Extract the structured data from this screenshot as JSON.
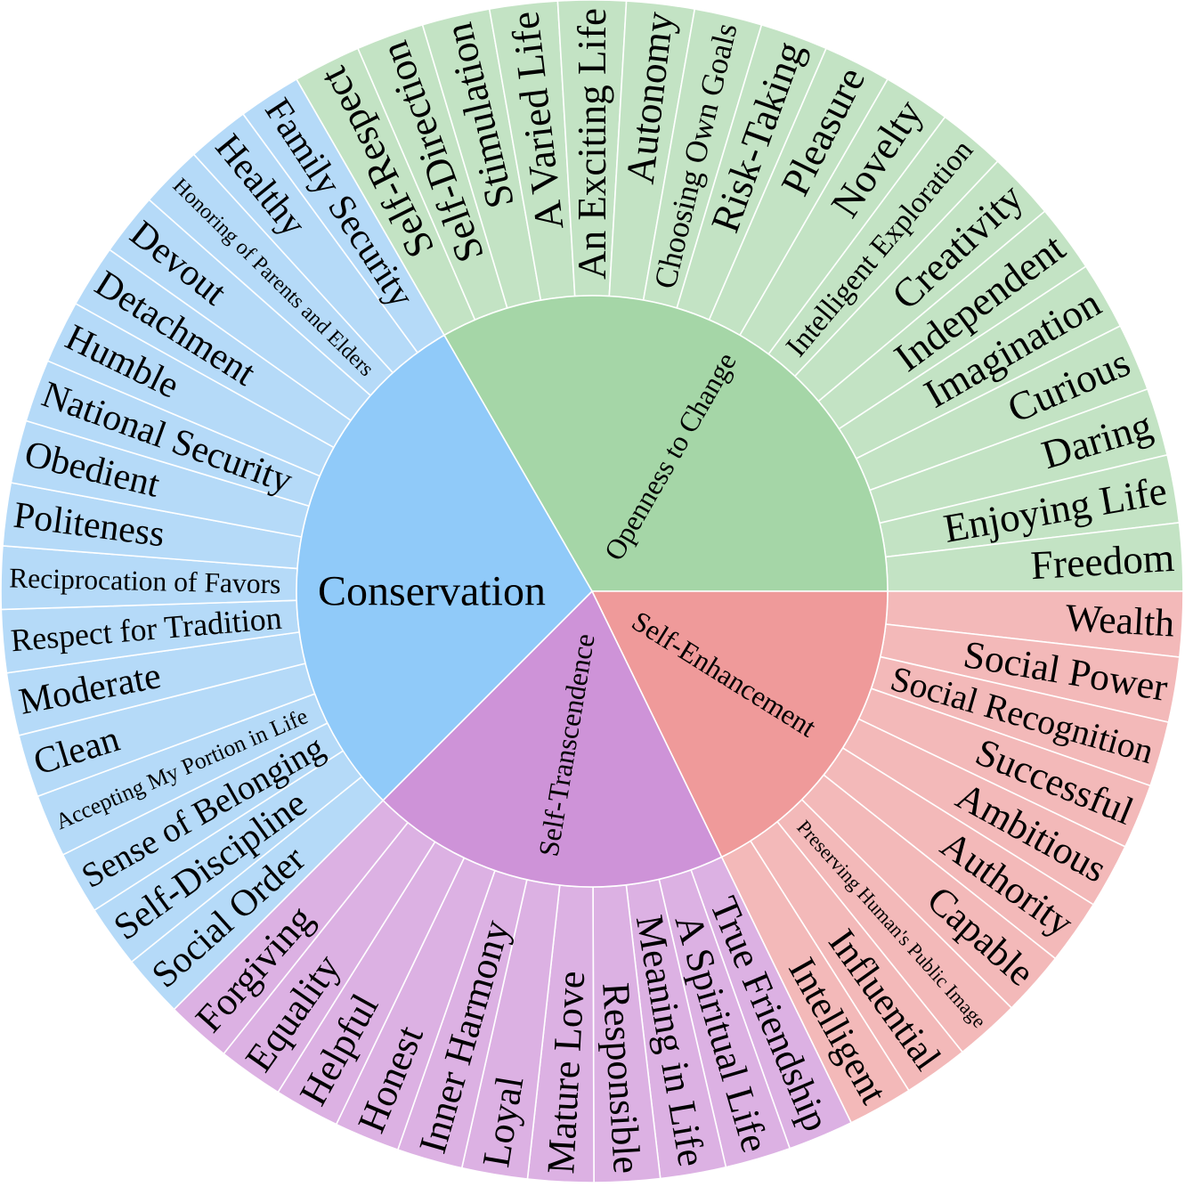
{
  "chart_data": {
    "type": "sunburst",
    "groups": [
      {
        "name": "Openness to Change",
        "color": "#a5d6a7",
        "child_color": "#c3e3c4",
        "start_deg": -30,
        "end_deg": 90,
        "children": [
          "Self-Respect",
          "Self-Direction",
          "Stimulation",
          "A Varied Life",
          "An Exciting Life",
          "Autonomy",
          "Choosing Own Goals",
          "Risk-Taking",
          "Pleasure",
          "Novelty",
          "Intelligent Exploration",
          "Creativity",
          "Independent",
          "Imagination",
          "Curious",
          "Daring",
          "Enjoying Life",
          "Freedom"
        ]
      },
      {
        "name": "Self-Enhancement",
        "color": "#ef9a9a",
        "child_color": "#f3b9b9",
        "start_deg": 90,
        "end_deg": 154,
        "children": [
          "Wealth",
          "Social Power",
          "Social Recognition",
          "Successful",
          "Ambitious",
          "Authority",
          "Capable",
          "Preserving Human's Public Image",
          "Influential",
          "Intelligent"
        ]
      },
      {
        "name": "Self-Transcendence",
        "color": "#ce93d8",
        "child_color": "#dcb1e3",
        "start_deg": 154,
        "end_deg": 225,
        "children": [
          "True Friendship",
          "A Spiritual Life",
          "Meaning in Life",
          "Responsible",
          "Mature Love",
          "Loyal",
          "Inner Harmony",
          "Honest",
          "Helpful",
          "Equality",
          "Forgiving"
        ]
      },
      {
        "name": "Conservation",
        "color": "#90caf9",
        "child_color": "#b5daf8",
        "start_deg": 225,
        "end_deg": 330,
        "children": [
          "Social Order",
          "Self-Discipline",
          "Sense of Belonging",
          "Accepting My Portion in Life",
          "Clean",
          "Moderate",
          "Respect for Tradition",
          "Reciprocation of Favors",
          "Politeness",
          "Obedient",
          "National Security",
          "Humble",
          "Detachment",
          "Devout",
          "Honoring of Parents and Elders",
          "Healthy",
          "Family Security"
        ]
      }
    ]
  }
}
